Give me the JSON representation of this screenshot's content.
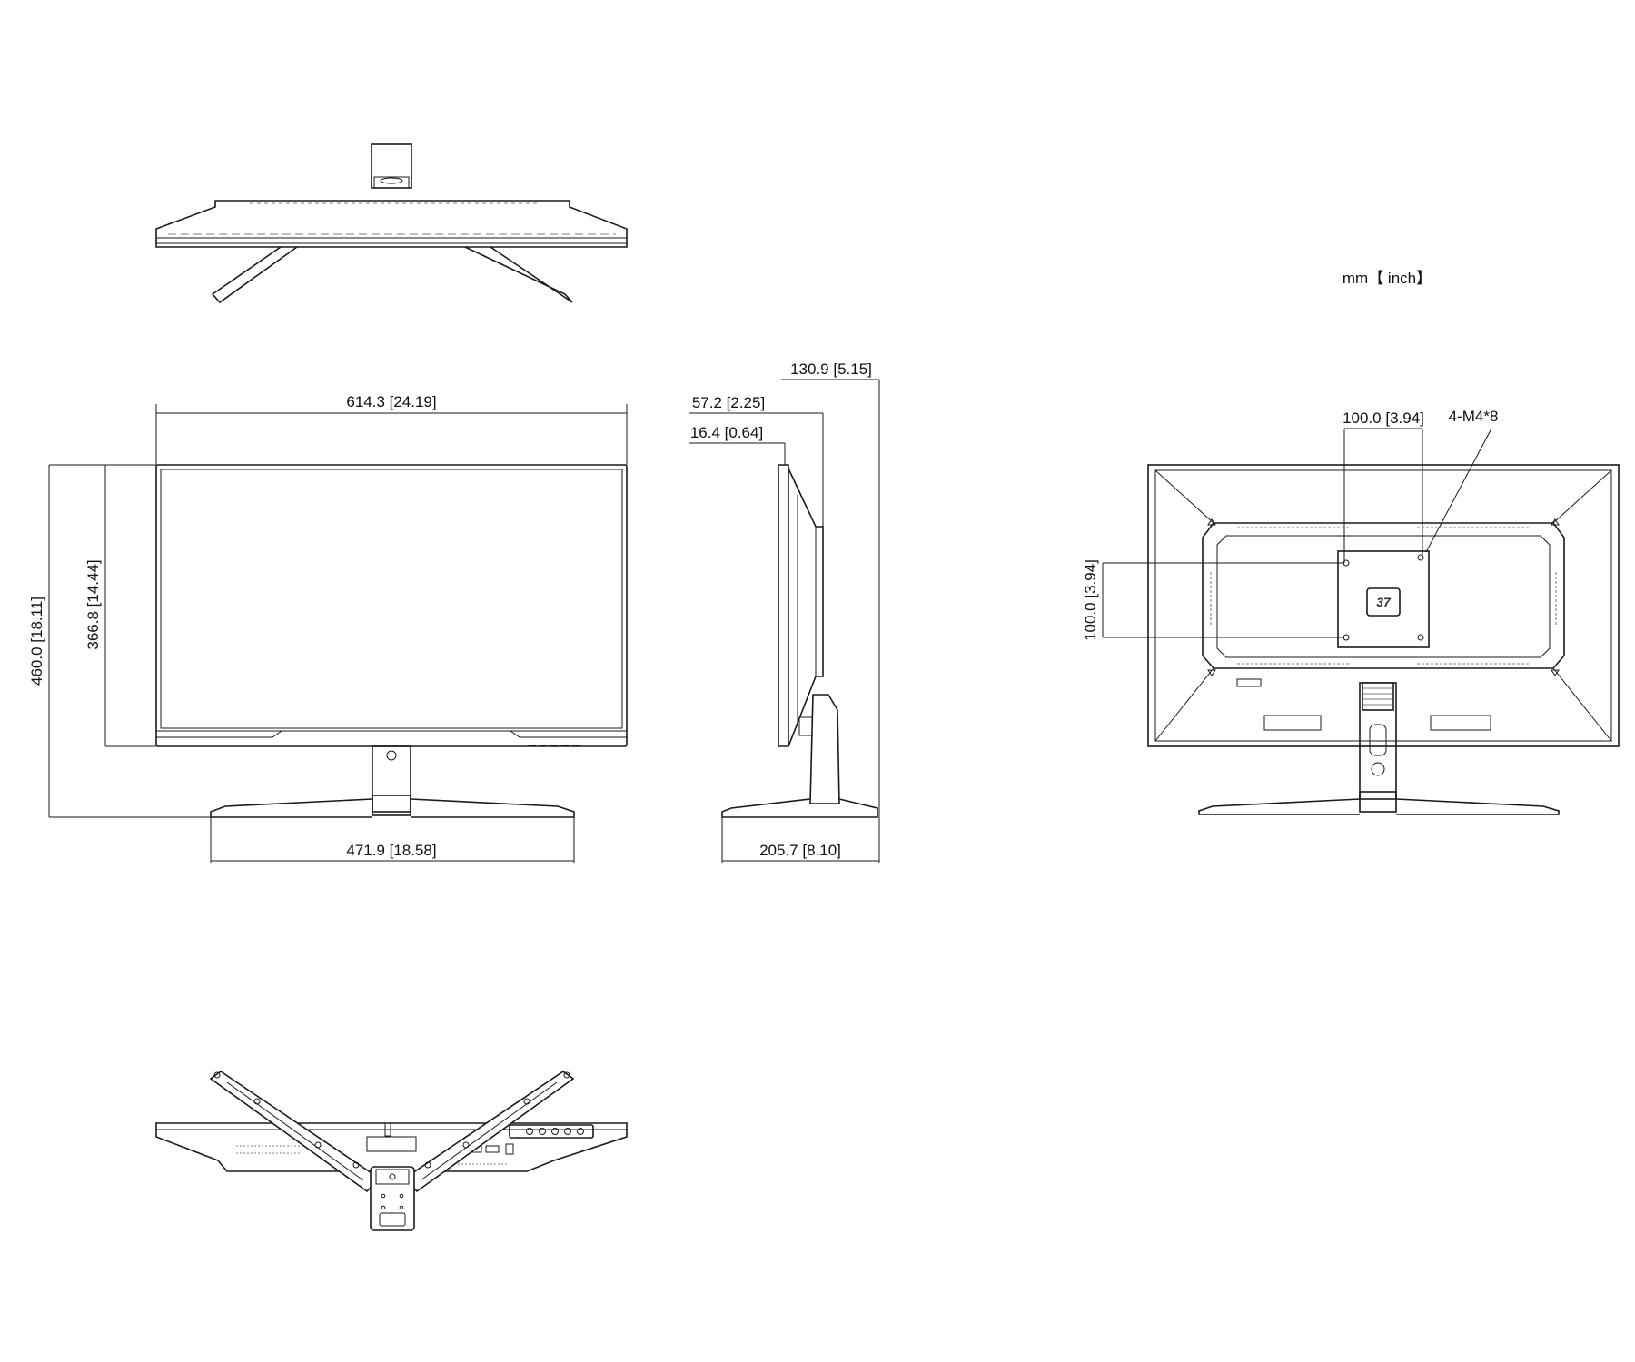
{
  "units_label": "mm【 inch】",
  "front_view": {
    "width_label": "614.3 [24.19]",
    "height_total_label": "460.0 [18.11]",
    "height_panel_label": "366.8 [14.44]",
    "base_width_label": "471.9 [18.58]"
  },
  "side_view": {
    "depth_total_label": "130.9 [5.15]",
    "depth_panel_label": "57.2 [2.25]",
    "depth_bezel_label": "16.4 [0.64]",
    "base_depth_label": "205.7 [8.10]"
  },
  "rear_view": {
    "vesa_width_label": "100.0 [3.94]",
    "vesa_height_label": "100.0 [3.94]",
    "screw_label": "4-M4*8",
    "logo_text": "37"
  }
}
